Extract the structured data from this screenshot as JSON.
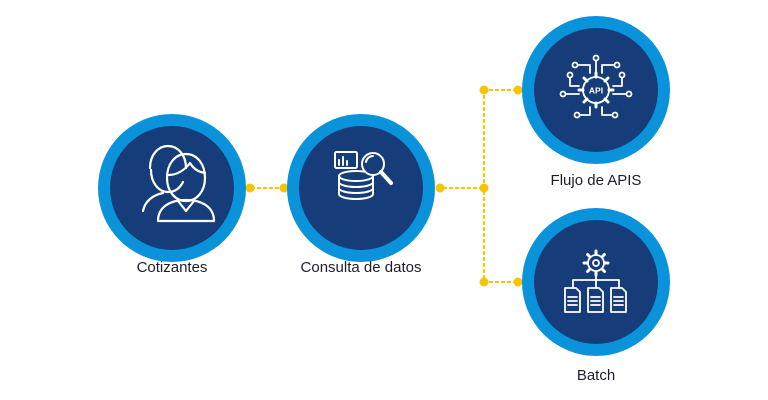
{
  "nodes": {
    "cotizantes": {
      "label": "Cotizantes",
      "icon": "two-users-icon"
    },
    "consulta": {
      "label": "Consulta de datos",
      "icon": "database-search-chart-icon"
    },
    "apis": {
      "label": "Flujo de APIS",
      "icon": "api-gear-circuit-icon",
      "badge": "API"
    },
    "batch": {
      "label": "Batch",
      "icon": "gear-documents-icon"
    }
  },
  "colors": {
    "ring": "#0a93db",
    "core": "#163d7a",
    "connector": "#f7c500",
    "icon_stroke": "#ffffff",
    "label": "#1c1c2c"
  }
}
